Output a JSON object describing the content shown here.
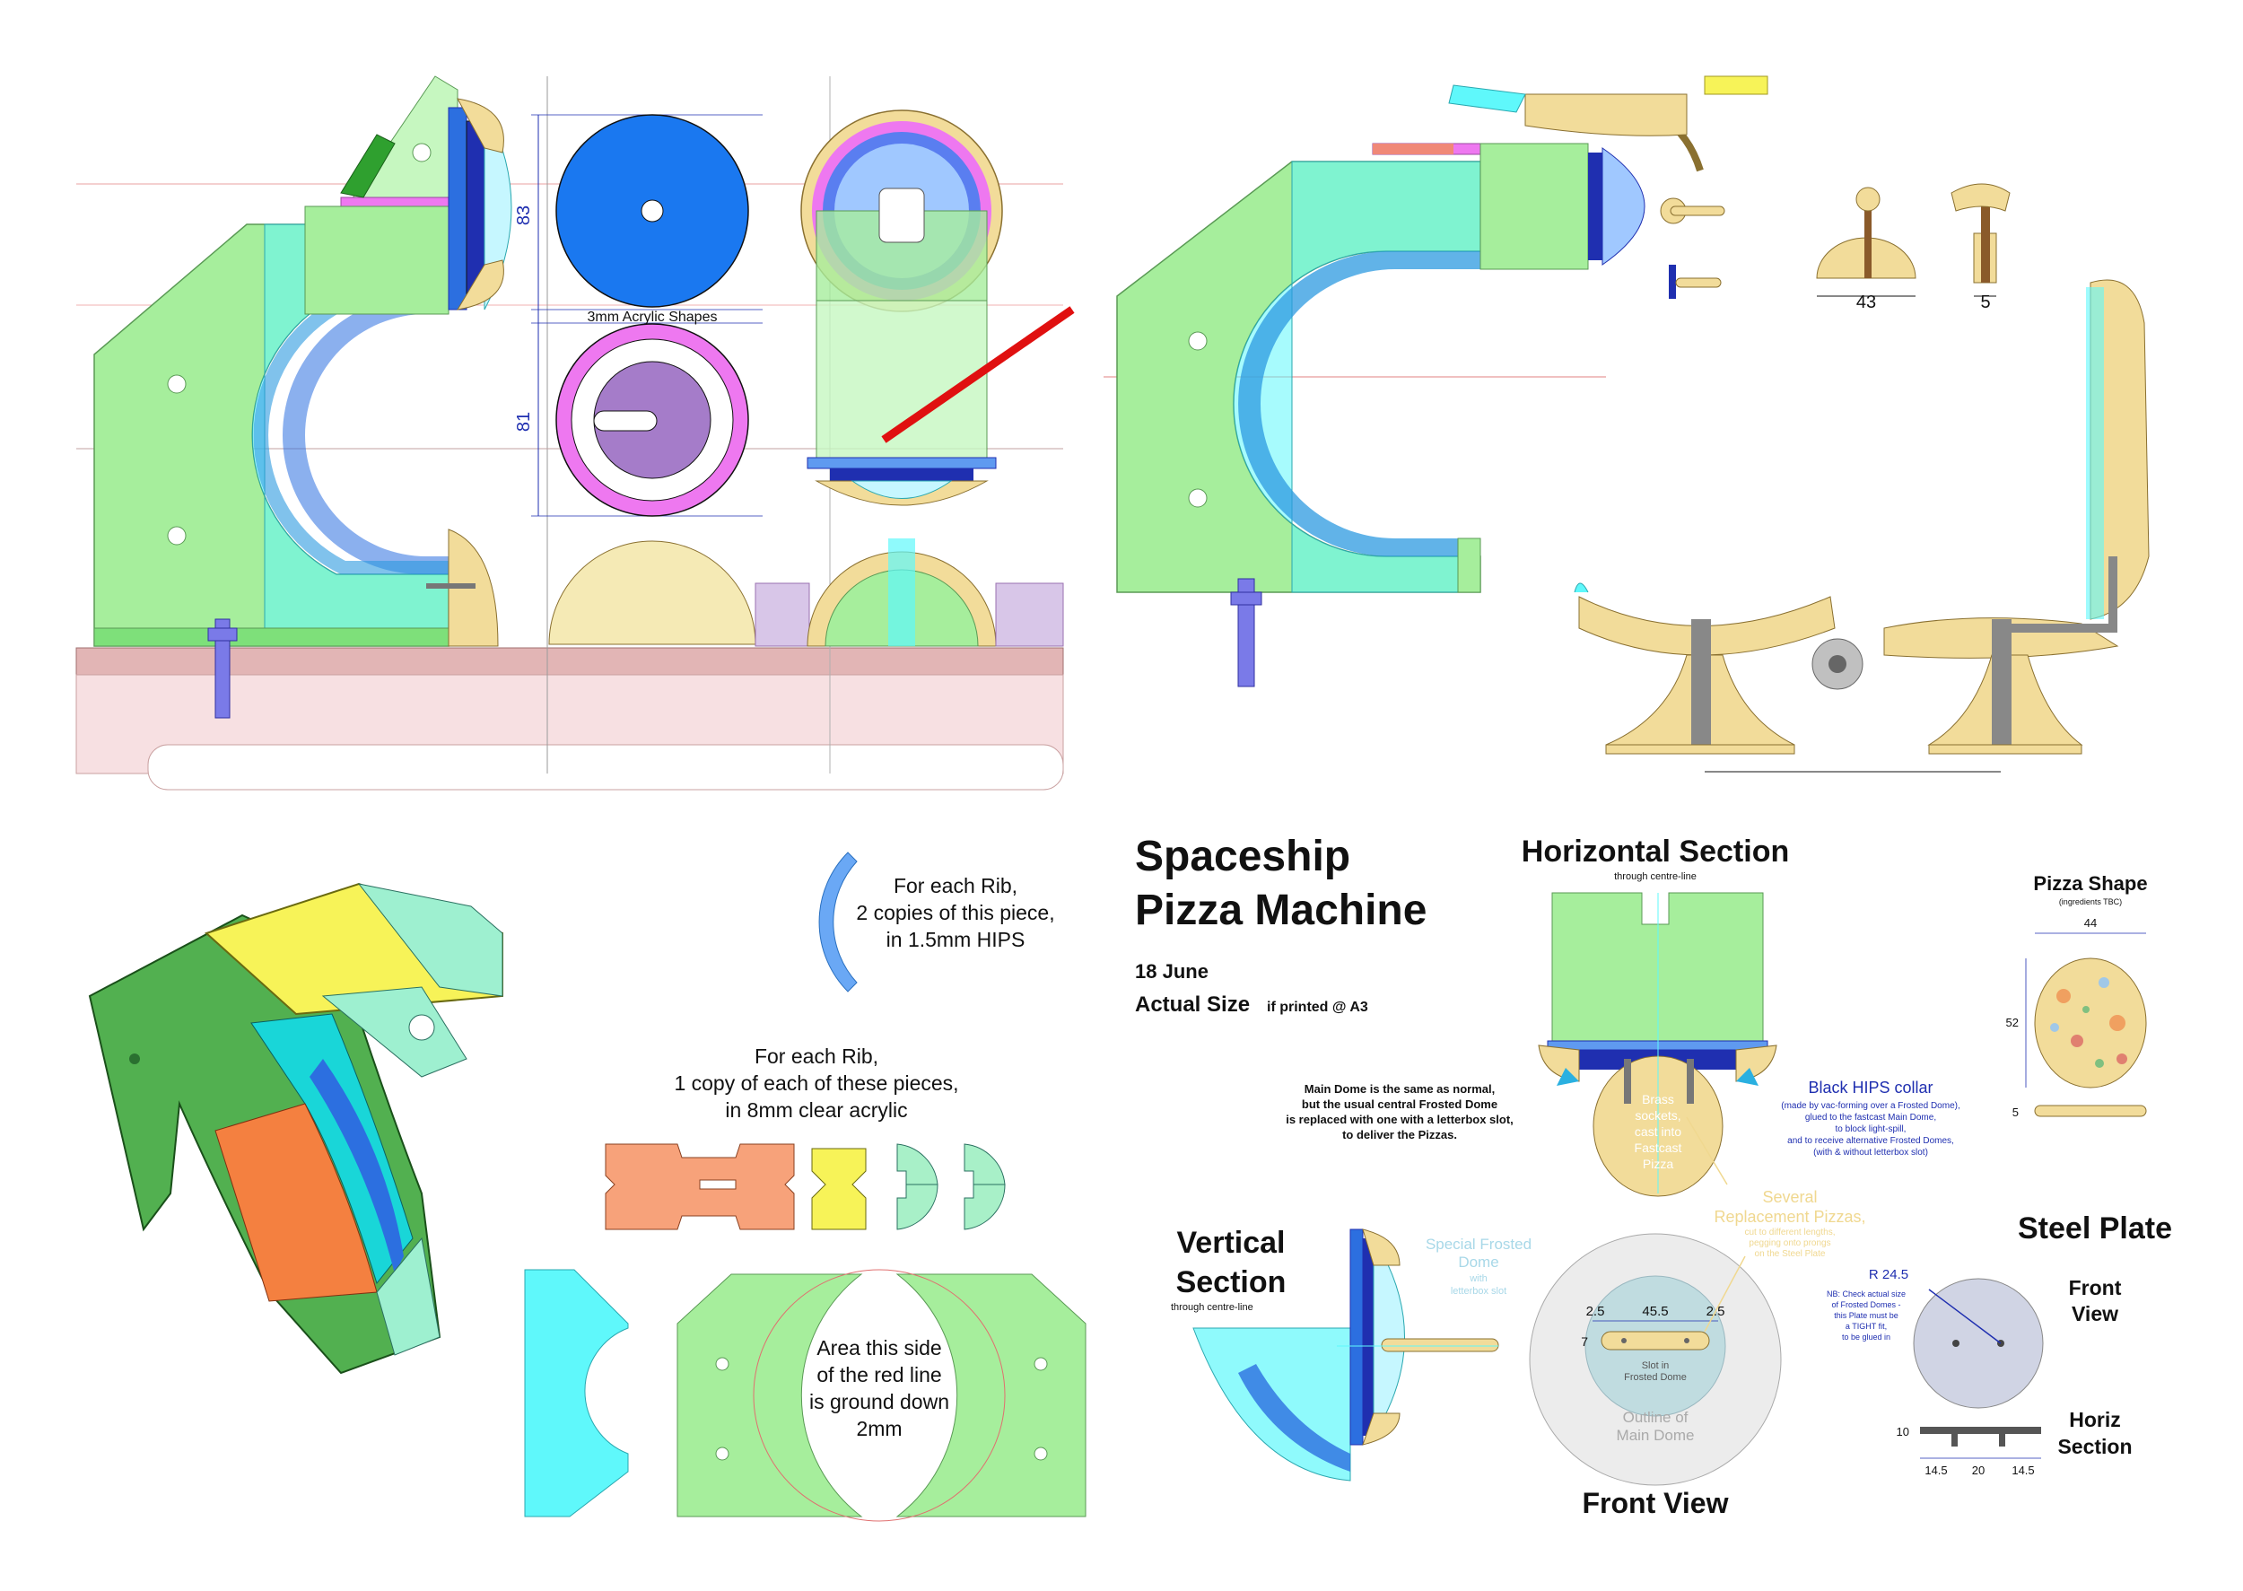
{
  "topleft": {
    "dim_top": "83",
    "dim_bottom": "81",
    "acrylic_label": "3mm Acrylic Shapes"
  },
  "topright": {
    "dim_43": "43",
    "dim_5": "5"
  },
  "rib_hips": {
    "line1": "For each Rib,",
    "line2": "2 copies of this piece,",
    "line3": "in 1.5mm HIPS"
  },
  "rib_acrylic": {
    "line1": "For each Rib,",
    "line2": "1 copy of each of these pieces,",
    "line3": "in 8mm clear acrylic"
  },
  "ground_note": {
    "line1": "Area this side",
    "line2": "of the red line",
    "line3": "is ground down",
    "line4": "2mm"
  },
  "title": {
    "line1": "Spaceship",
    "line2": "Pizza Machine",
    "date": "18 June",
    "scale": "Actual Size",
    "scale_note": "if printed @ A3"
  },
  "horizontal_section": {
    "title": "Horizontal Section",
    "subtitle": "through centre-line",
    "main_dome_note": [
      "Main Dome is the same as normal,",
      "but the usual central Frosted Dome",
      "is replaced with one with a letterbox slot,",
      "to deliver the Pizzas."
    ],
    "brass_note": [
      "Brass",
      "sockets,",
      "cast into",
      "Fastcast",
      "Pizza"
    ],
    "collar_title": "Black HIPS collar",
    "collar_note": [
      "(made by vac-forming over a Frosted Dome),",
      "glued to the fastcast Main Dome,",
      "to block light-spill,",
      "and to receive alternative Frosted Domes,",
      "(with & without letterbox slot)"
    ]
  },
  "pizza_shape": {
    "title": "Pizza Shape",
    "subtitle": "(ingredients TBC)",
    "dim_44": "44",
    "dim_52": "52",
    "dim_5": "5"
  },
  "vertical_section": {
    "title_line1": "Vertical",
    "title_line2": "Section",
    "subtitle": "through centre-line",
    "frosted_note": [
      "Special Frosted",
      "Dome",
      "with",
      "letterbox slot"
    ]
  },
  "front_view": {
    "title": "Front View",
    "replacement_note": [
      "Several",
      "Replacement Pizzas,"
    ],
    "replacement_sub": [
      "cut to different lengths,",
      "pegging onto prongs",
      "on the Steel Plate"
    ],
    "dim_25a": "2.5",
    "dim_455": "45.5",
    "dim_25b": "2.5",
    "dim_7": "7",
    "slot_note": [
      "Slot in",
      "Frosted Dome"
    ],
    "outline_note": [
      "Outline of",
      "Main Dome"
    ]
  },
  "steel_plate": {
    "title": "Steel Plate",
    "radius": "R 24.5",
    "nb_note": [
      "NB: Check actual size",
      "of Frosted Domes -",
      "this Plate must be",
      "a TIGHT fit,",
      "to be glued in"
    ],
    "front_view_line1": "Front",
    "front_view_line2": "View",
    "horiz_line1": "Horiz",
    "horiz_line2": "Section",
    "dim_10": "10",
    "dim_145a": "14.5",
    "dim_20": "20",
    "dim_145b": "14.5"
  },
  "colors": {
    "green": "#a6ee9c",
    "cyan": "#5ff8fb",
    "blue": "#2c6fe0",
    "magenta": "#ee78f0",
    "purple": "#a57cc9",
    "tan": "#f2dc9a",
    "pink": "#e7c6c6",
    "orange": "#f7a27a",
    "yellow": "#f7f358",
    "navy": "#1f2fb0"
  }
}
